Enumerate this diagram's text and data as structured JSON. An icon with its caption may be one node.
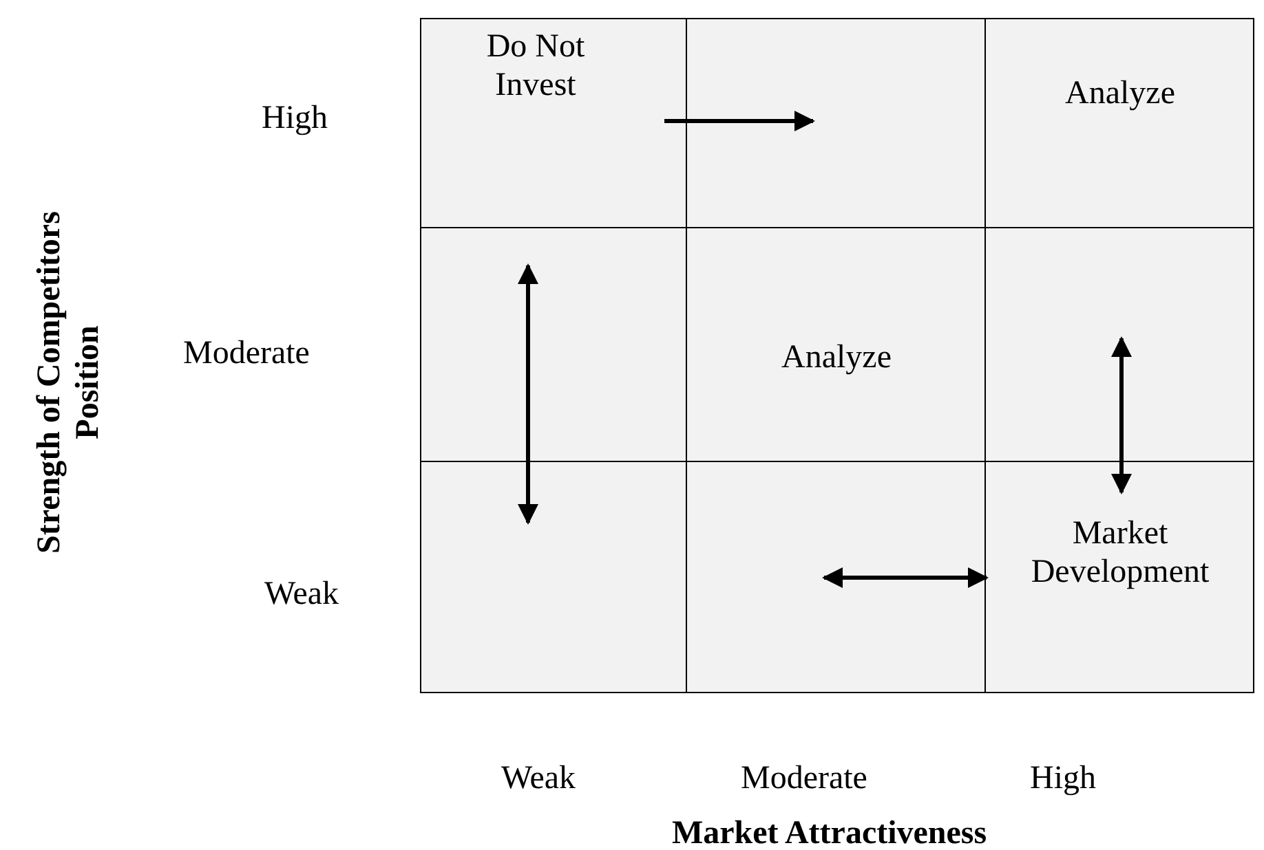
{
  "diagram": {
    "nodes": [
      {
        "text": [
          "Do Not Invest"
        ]
      },
      {
        "text": [],
        "shape": "box"
      },
      {
        "text": [
          "Analyze"
        ]
      },
      {
        "text": [],
        "shape": "box"
      },
      {
        "text": [
          "Analyze"
        ]
      },
      {
        "text": [],
        "shape": "box"
      },
      {
        "text": [],
        "shape": "box"
      },
      {
        "text": [],
        "shape": "box"
      },
      {
        "text": [
          "Market Development"
        ]
      }
    ],
    "edges": [
      {
        "from": 0,
        "to": 1,
        "arrow": "to"
      },
      {
        "from": 3,
        "to": 6,
        "arrow": "both"
      },
      {
        "from": 5,
        "to": 8,
        "arrow": "both"
      },
      {
        "from": 7,
        "to": 8,
        "arrow": "both"
      }
    ],
    "labels": [
      "Strength of Competitors Position",
      "High",
      "Moderate",
      "Weak",
      "Weak",
      "Moderate",
      "High",
      "Market Attractiveness"
    ]
  }
}
